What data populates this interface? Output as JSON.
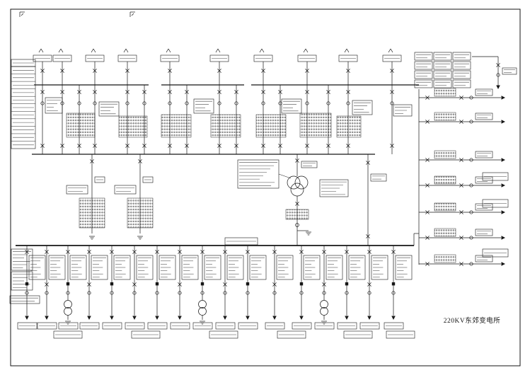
{
  "title_block": {
    "title": "220KV东郊变电所"
  },
  "colors": {
    "paper": "#ffffff",
    "ink": "#161616",
    "faint_text": "#474747"
  },
  "symbols": {
    "breaker-icon": "x-cross",
    "disconnector-icon": "x-cross",
    "current-transformer-icon": "small-circle",
    "transformer-icon": "overlapping-circles",
    "feeder-arrow-icon": "filled-triangle",
    "ground-icon": "tiered-lines",
    "winding-cluster-icon": "dotted-grid"
  }
}
